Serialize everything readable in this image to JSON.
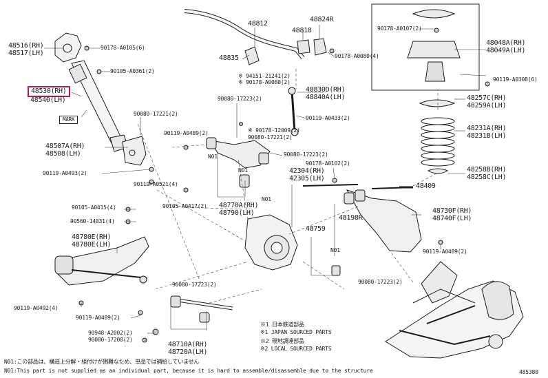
{
  "accent_color": "#c0174a",
  "labels": {
    "p48516": "48516(RH)",
    "p48517": "48517(LH)",
    "p48530": "48530(RH)",
    "p48540": "48540(LH)",
    "mark": "MARK",
    "p48507a": "48507A(RH)",
    "p48508": "48508(LH)",
    "b90119_a0493": "90119-A0493(2)",
    "b90119_a0521": "90119-A0521(4)",
    "b90178_a0105": "90178-A0105(6)",
    "b90105_a0361": "90105-A0361(2)",
    "p48812": "48812",
    "p48818": "48818",
    "p48824r": "48824R",
    "p48835": "48835",
    "b90178_a0080_top": "90178-A0080(4)",
    "b94151_21241": "※ 94151-21241(2)",
    "b90178_a0080_2": "※ 90178-A0080(2)",
    "p48830d": "48830D(RH)",
    "p48840a": "48840A(LH)",
    "b90080_17223_a": "90080-17223(2)",
    "b90080_17221_a": "90080-17221(2)",
    "b90119_a0489_a": "90119-A0489(2)",
    "b90119_a0433": "90119-A0433(2)",
    "b90178_12009": "※ 90178-12009(2)",
    "b90080_17221_b": "90080-17221(2)",
    "b90080_17223_b": "90080-17223(2)",
    "b90178_a0102": "90178-A0102(2)",
    "n01_a": "N01",
    "n01_b": "N01",
    "n01_c": "N01",
    "n01_d": "N01",
    "p42304": "42304(RH)",
    "p42305": "42305(LH)",
    "p48770a": "48770A(RH)",
    "p48790": "48790(LH)",
    "b90105_a0417": "90105-A0417(2)",
    "b90105_a0415": "90105-A0415(4)",
    "b90560_14031": "90560-14031(4)",
    "p48780e": "48780E(RH)",
    "p48780e_lh": "48780E(LH)",
    "b90119_a0492": "90119-A0492(4)",
    "b90119_a0489_b": "90119-A0489(2)",
    "b90080_17223_c": "90080-17223(2)",
    "b90948_a2002": "90948-A2002(2)",
    "b90080_17208": "90080-17208(2)",
    "p48710a": "48710A(RH)",
    "p48720a": "48720A(LH)",
    "p48759": "48759",
    "p48198r": "48198R",
    "b90080_17223_d": "90080-17223(2)",
    "p48730f": "48730F(RH)",
    "p48740f": "48740F(LH)",
    "b90119_a0489_c": "90119-A0489(2)",
    "b90178_a0107": "90178-A0107(2)",
    "p48048a": "48048A(RH)",
    "p48049a": "48049A(LH)",
    "b90119_a0308": "90119-A0308(6)",
    "p48257c": "48257C(RH)",
    "p48259a": "48259A(LH)",
    "p48231a": "48231A(RH)",
    "p48231b": "48231B(LH)",
    "p48258b": "48258B(RH)",
    "p48258c": "48258C(LH)",
    "p48409": "48409"
  },
  "legend": {
    "l1": "※1 日本鉄道部品",
    "l2": "※1 JAPAN SOURCED PARTS",
    "l3": "※2 現地調達部品",
    "l4": "※2 LOCAL SOURCED PARTS"
  },
  "notes": {
    "jp": "N01:この部品は、構造上分解・組付けが困難なため、単品では補給していません",
    "en": "N01:This part is not supplied as an individual part, because it is hard to assemble/disassemble due to the structure"
  },
  "diagram_id": "485380"
}
